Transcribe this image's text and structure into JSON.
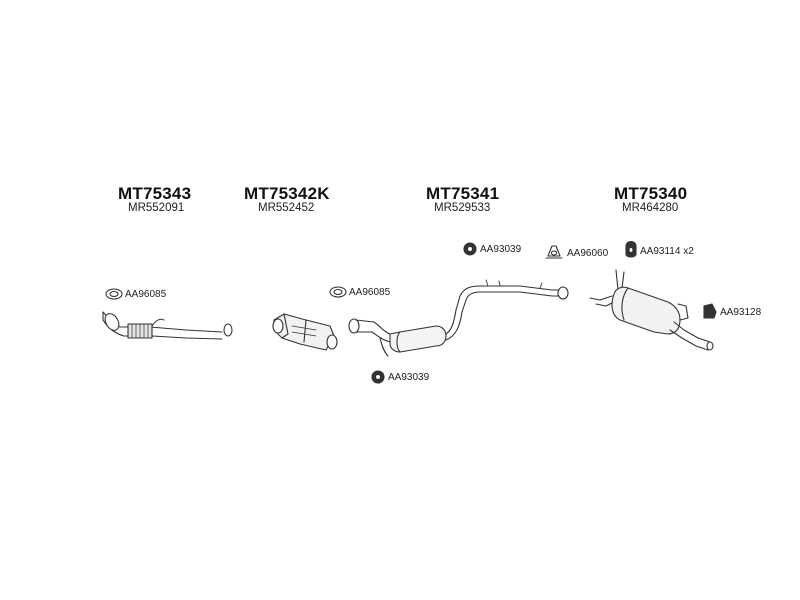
{
  "groups": [
    {
      "code": "MT75343",
      "oem": "MR552091"
    },
    {
      "code": "MT75342K",
      "oem": "MR552452"
    },
    {
      "code": "MT75341",
      "oem": "MR529533"
    },
    {
      "code": "MT75340",
      "oem": "MR464280"
    }
  ],
  "parts": {
    "gasket_front_pipe": "AA96085",
    "gasket_cat": "AA96085",
    "hanger_mid_top": "AA93039",
    "hanger_mid_bottom": "AA93039",
    "gasket_rear": "AA96060",
    "hanger_rear": "AA93114",
    "hanger_rear_qty": "x2",
    "hanger_tail": "AA93128"
  },
  "colors": {
    "line": "#333333",
    "fill": "#ffffff",
    "shade": "#d9d9d9"
  }
}
